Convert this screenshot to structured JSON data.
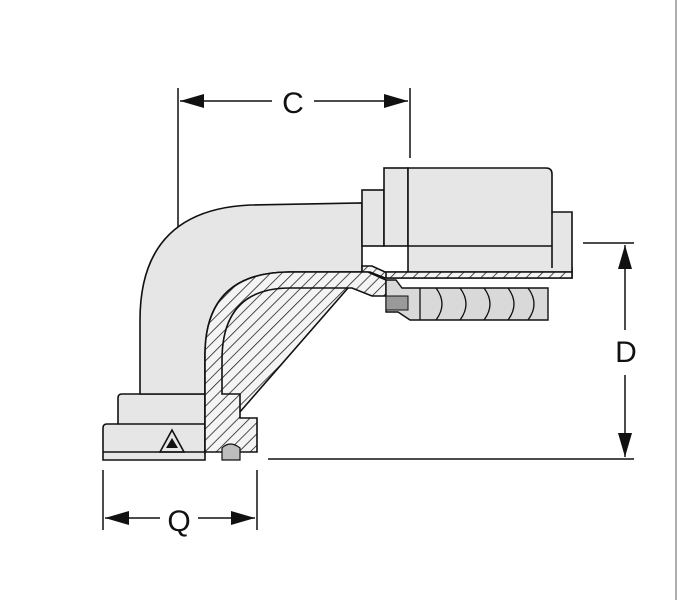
{
  "dimensions": {
    "c_label": "C",
    "d_label": "D",
    "q_label": "Q"
  },
  "colors": {
    "background": "#ffffff",
    "body": "#e6e6e6",
    "lines": "#111111"
  }
}
